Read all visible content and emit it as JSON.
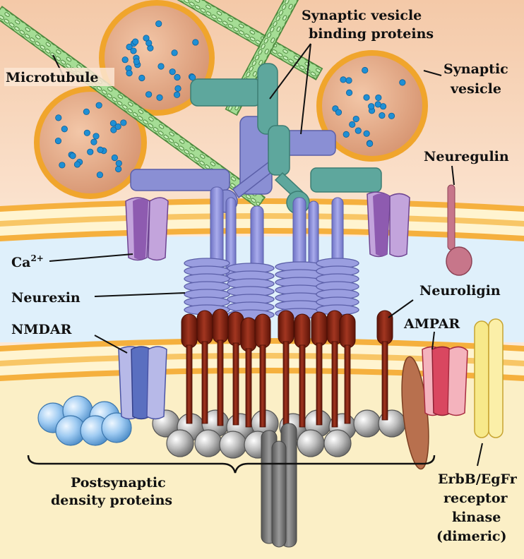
{
  "labels": {
    "synaptic_vesicle_binding_proteins_line1": "Synaptic vesicle",
    "synaptic_vesicle_binding_proteins_line2": "binding proteins",
    "microtubule": "Microtubule",
    "synaptic_vesicle_line1": "Synaptic",
    "synaptic_vesicle_line2": "vesicle",
    "neuregulin": "Neuregulin",
    "calcium_base": "Ca",
    "calcium_sup": "2+",
    "neurexin": "Neurexin",
    "neuroligin": "Neuroligin",
    "nmdar": "NMDAR",
    "ampar": "AMPAR",
    "postsynaptic_line1": "Postsynaptic",
    "postsynaptic_line2": "density proteins",
    "erbb_line1": "ErbB/EgFr",
    "erbb_line2": "receptor",
    "erbb_line3": "kinase",
    "erbb_line4": "(dimeric)"
  },
  "colors": {
    "presynaptic_cytoplasm": "#f6d7bb",
    "synaptic_cleft": "#dff0fb",
    "postsynaptic_cytoplasm": "#faedc4",
    "membrane_orange": "#f2a73a",
    "membrane_cream": "#fff6d6",
    "vesicle_outline": "#f0a830",
    "vesicle_fill": "#dfa080",
    "vesicle_dots": "#1e90d4",
    "microtubule": "#a7dc98",
    "neurexin": "#8c8fd6",
    "binding_protein_teal": "#5aa89e",
    "neuroligin": "#8c2414",
    "calcium_channel": "#8e5bb0",
    "nmdar": "#5a6fc0",
    "ampar": "#d94760",
    "neuregulin": "#c7768a",
    "erbb": "#f5e27a",
    "psd_gray": "#a9a9a9",
    "psd_blue": "#9bc9ef",
    "brown_protein": "#b8704e"
  }
}
